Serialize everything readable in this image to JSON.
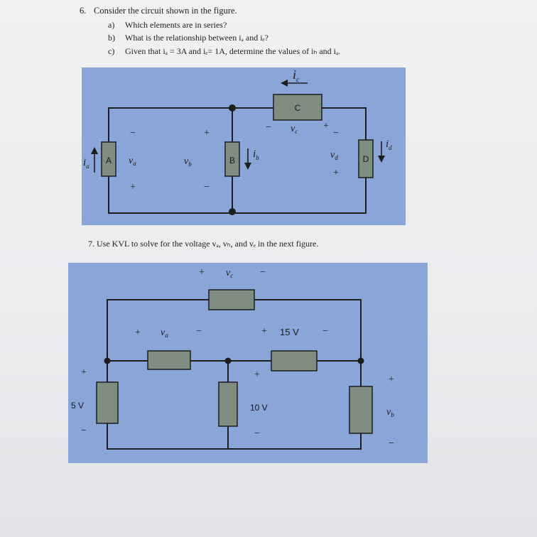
{
  "q6": {
    "number": "6.",
    "stem": "Consider the circuit shown in the figure.",
    "subquestions": [
      {
        "label": "a)",
        "text": "Which elements are in series?"
      },
      {
        "label": "b)",
        "text": "What is the relationship between iₐ and iₑ?"
      },
      {
        "label": "c)",
        "text": "Given that iₐ = 3A and iₑ= 1A, determine the values of iₕ and iₐ."
      }
    ]
  },
  "fig1": {
    "elements": {
      "A": "A",
      "B": "B",
      "C": "C",
      "D": "D"
    },
    "currents": {
      "ia": "i",
      "ia_sub": "a",
      "ib": "i",
      "ib_sub": "b",
      "ic": "i",
      "ic_sub": "c",
      "id": "i",
      "id_sub": "d"
    },
    "voltages": {
      "va": "v",
      "va_sub": "a",
      "vb": "v",
      "vb_sub": "b",
      "vc": "v",
      "vc_sub": "c",
      "vd": "v",
      "vd_sub": "d"
    },
    "signs": {
      "plus": "+",
      "minus": "−"
    }
  },
  "q7": {
    "text": "7. Use KVL to solve for the voltage vₐ, vₕ, and vₑ in the next figure."
  },
  "fig2": {
    "source_left": "5 V",
    "source_middle": "10 V",
    "top_right_voltage": "15 V",
    "vc": "v",
    "vc_sub": "c",
    "va": "v",
    "va_sub": "a",
    "vb": "v",
    "vb_sub": "b",
    "plus": "+",
    "minus": "−"
  },
  "colors": {
    "figure_bg": "#8aa5d8",
    "element_fill": "#7f8c80",
    "wire": "#1d1d1d"
  }
}
